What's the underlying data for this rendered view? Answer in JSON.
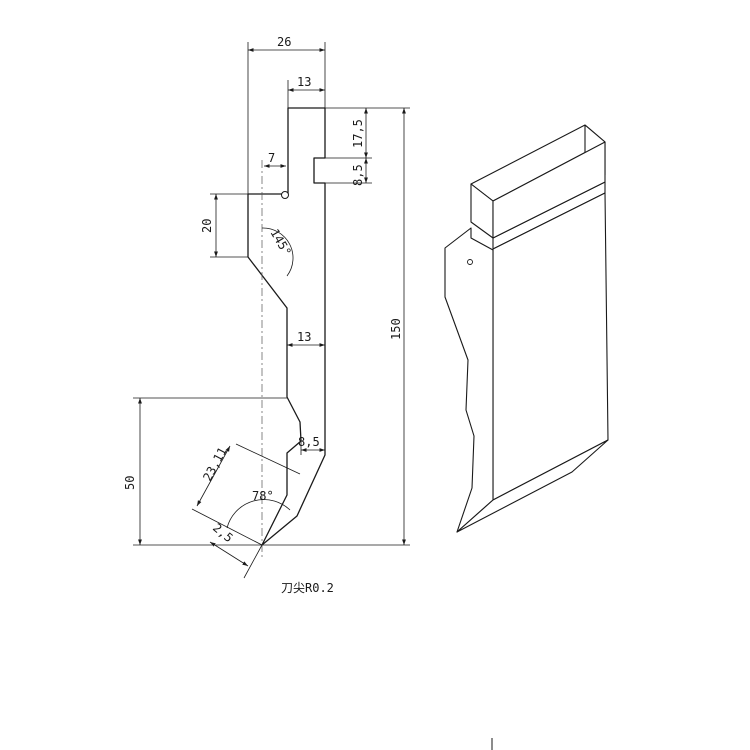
{
  "dimensions": {
    "total_width": "26",
    "top_width": "13",
    "top_height": "17,5",
    "slot_height": "8,5",
    "shoulder_offset": "7",
    "shoulder_height": "20",
    "shoulder_angle": "145°",
    "neck_width": "13",
    "tip_width": "8,5",
    "total_height": "150",
    "tip_height": "50",
    "tip_length": "23,11",
    "tip_angle": "78°",
    "tip_offset": "2,5"
  },
  "note": "刀尖R0.2",
  "colors": {
    "line": "#1a1a1a",
    "background": "#ffffff"
  }
}
